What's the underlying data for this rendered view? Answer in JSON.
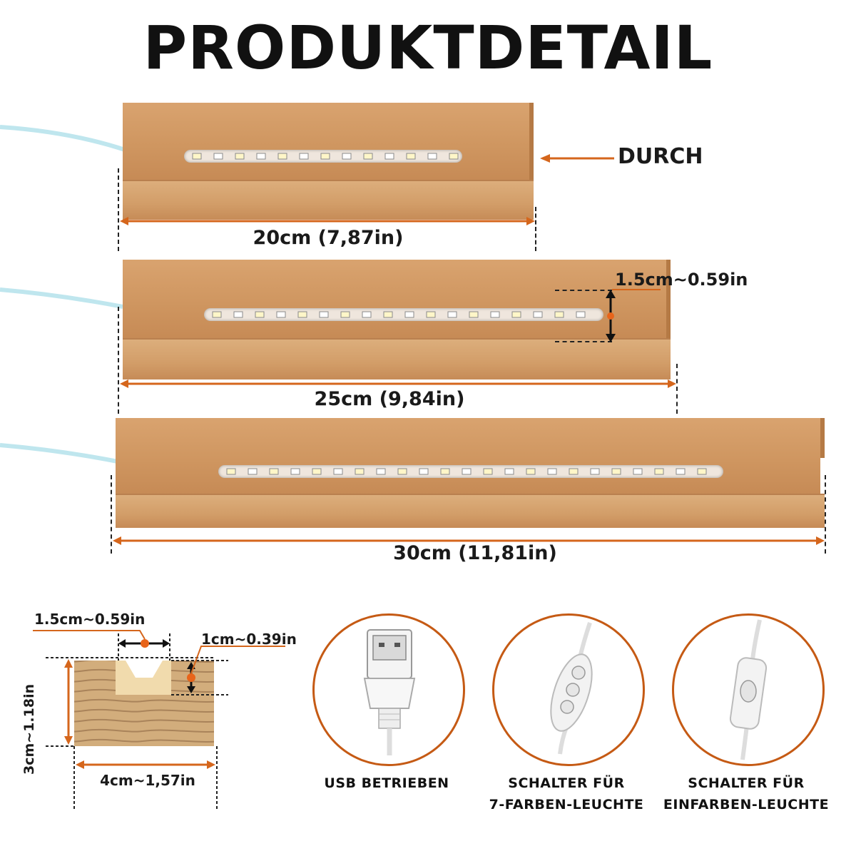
{
  "title": "PRODUKTDETAIL",
  "callout_label": "DURCH",
  "bases": [
    {
      "length_label": "20cm (7,87in)"
    },
    {
      "length_label": "25cm (9,84in)",
      "height_label": "1.5cm~0.59in"
    },
    {
      "length_label": "30cm (11,81in)"
    }
  ],
  "cross_section": {
    "slot_width_label": "1.5cm~0.59in",
    "slot_depth_label": "1cm~0.39in",
    "height_label": "3cm~1.18in",
    "width_label": "4cm~1,57in"
  },
  "features": [
    {
      "icon": "usb-plug-icon",
      "caption": [
        "USB BETRIEBEN"
      ]
    },
    {
      "icon": "three-button-remote-icon",
      "caption": [
        "SCHALTER FÜR",
        "7-FARBEN-LEUCHTE"
      ]
    },
    {
      "icon": "toggle-switch-icon",
      "caption": [
        "SCHALTER FÜR",
        "EINFARBEN-LEUCHTE"
      ]
    }
  ],
  "colors": {
    "accent": "#d5661c",
    "wood": "#d29d68"
  }
}
